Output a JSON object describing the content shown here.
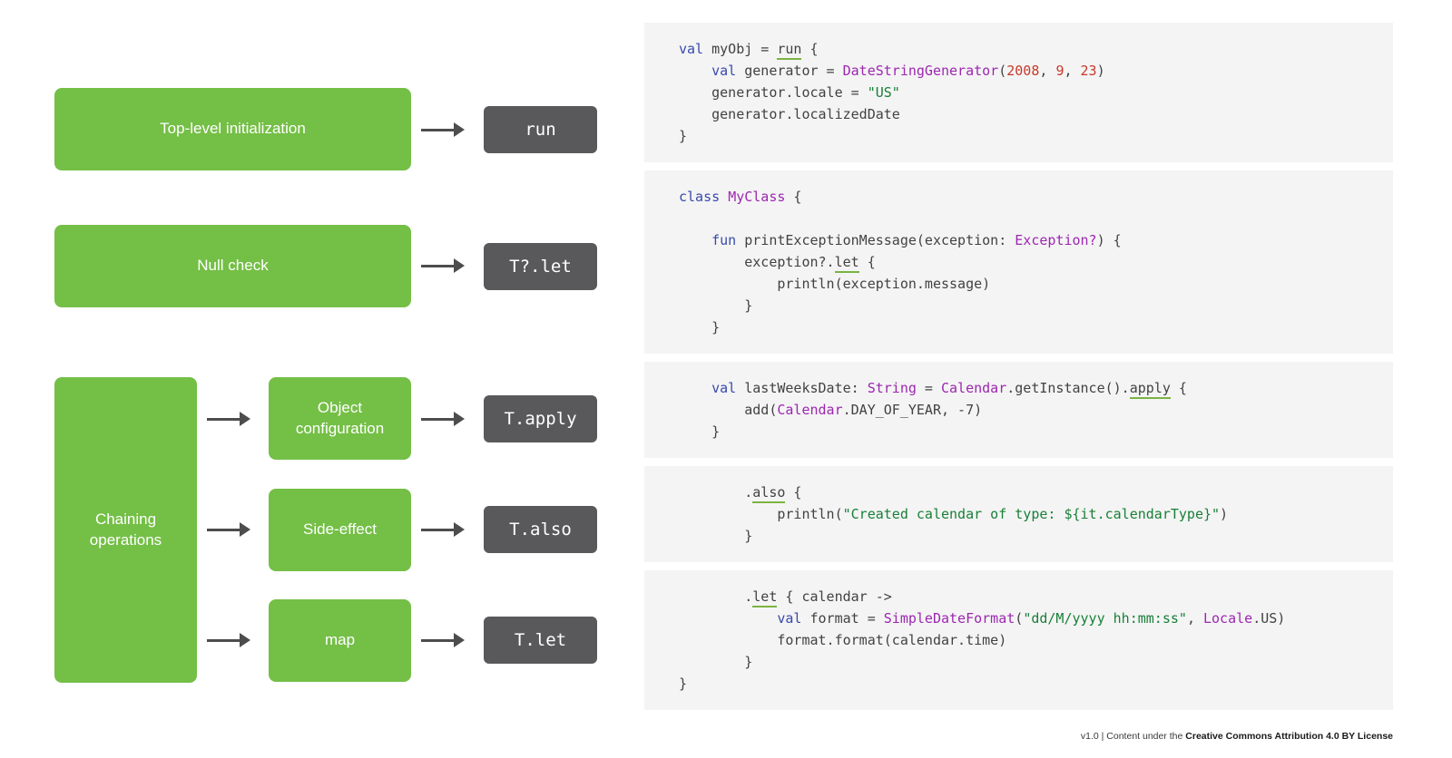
{
  "flowchart": {
    "row_top_level": {
      "label": "Top-level initialization",
      "func": "run"
    },
    "row_null_check": {
      "label": "Null check",
      "func": "T?.let"
    },
    "chaining": {
      "label": "Chaining operations",
      "branches": [
        {
          "label": "Object configuration",
          "func": "T.apply"
        },
        {
          "label": "Side-effect",
          "func": "T.also"
        },
        {
          "label": "map",
          "func": "T.let"
        }
      ]
    }
  },
  "code_panels": [
    {
      "id": "run-example",
      "lines": [
        [
          [
            "kw",
            "val"
          ],
          [
            "p",
            " myObj = "
          ],
          [
            "fn",
            "run"
          ],
          [
            "p",
            " {"
          ]
        ],
        [
          [
            "p",
            "    "
          ],
          [
            "kw",
            "val"
          ],
          [
            "p",
            " generator = "
          ],
          [
            "ty",
            "DateStringGenerator"
          ],
          [
            "p",
            "("
          ],
          [
            "nu",
            "2008"
          ],
          [
            "p",
            ", "
          ],
          [
            "nu",
            "9"
          ],
          [
            "p",
            ", "
          ],
          [
            "nu",
            "23"
          ],
          [
            "p",
            ")"
          ]
        ],
        [
          [
            "p",
            "    generator.locale = "
          ],
          [
            "st",
            "\"US\""
          ]
        ],
        [
          [
            "p",
            "    generator.localizedDate"
          ]
        ],
        [
          [
            "p",
            "}"
          ]
        ]
      ]
    },
    {
      "id": "null-check-let-example",
      "lines": [
        [
          [
            "kw",
            "class"
          ],
          [
            "p",
            " "
          ],
          [
            "ty",
            "MyClass"
          ],
          [
            "p",
            " {"
          ]
        ],
        [],
        [
          [
            "p",
            "    "
          ],
          [
            "kw",
            "fun"
          ],
          [
            "p",
            " printExceptionMessage(exception: "
          ],
          [
            "ty",
            "Exception?"
          ],
          [
            "p",
            ") {"
          ]
        ],
        [
          [
            "p",
            "        exception?."
          ],
          [
            "fn",
            "let"
          ],
          [
            "p",
            " {"
          ]
        ],
        [
          [
            "p",
            "            println(exception.message)"
          ]
        ],
        [
          [
            "p",
            "        }"
          ]
        ],
        [
          [
            "p",
            "    }"
          ]
        ]
      ]
    },
    {
      "id": "apply-example",
      "lines": [
        [
          [
            "p",
            "    "
          ],
          [
            "kw",
            "val"
          ],
          [
            "p",
            " lastWeeksDate: "
          ],
          [
            "ty",
            "String"
          ],
          [
            "p",
            " = "
          ],
          [
            "ty",
            "Calendar"
          ],
          [
            "p",
            ".getInstance()."
          ],
          [
            "fn",
            "apply"
          ],
          [
            "p",
            " {"
          ]
        ],
        [
          [
            "p",
            "        add("
          ],
          [
            "ty",
            "Calendar"
          ],
          [
            "p",
            ".DAY_OF_YEAR, -7)"
          ]
        ],
        [
          [
            "p",
            "    }"
          ]
        ]
      ]
    },
    {
      "id": "also-example",
      "lines": [
        [
          [
            "p",
            "        ."
          ],
          [
            "fn",
            "also"
          ],
          [
            "p",
            " {"
          ]
        ],
        [
          [
            "p",
            "            println("
          ],
          [
            "st",
            "\"Created calendar of type: ${it.calendarType}\""
          ],
          [
            "p",
            ")"
          ]
        ],
        [
          [
            "p",
            "        }"
          ]
        ]
      ]
    },
    {
      "id": "chain-let-example",
      "lines": [
        [
          [
            "p",
            "        ."
          ],
          [
            "fn",
            "let"
          ],
          [
            "p",
            " { calendar ->"
          ]
        ],
        [
          [
            "p",
            "            "
          ],
          [
            "kw",
            "val"
          ],
          [
            "p",
            " format = "
          ],
          [
            "ty",
            "SimpleDateFormat"
          ],
          [
            "p",
            "("
          ],
          [
            "st",
            "\"dd/M/yyyy hh:mm:ss\""
          ],
          [
            "p",
            ", "
          ],
          [
            "ty",
            "Locale"
          ],
          [
            "p",
            ".US)"
          ]
        ],
        [
          [
            "p",
            "            format.format(calendar.time)"
          ]
        ],
        [
          [
            "p",
            "        }"
          ]
        ],
        [
          [
            "p",
            "}"
          ]
        ]
      ]
    }
  ],
  "footer": {
    "prefix": "v1.0 | Content under the ",
    "license": "Creative Commons Attribution 4.0 BY License"
  },
  "colors": {
    "box_green": "#74BF46",
    "box_dark": "#59595B",
    "arrow": "#4D4D4D",
    "panel_bg": "#F4F4F4",
    "code_text": "#424242",
    "keyword": "#3949AB",
    "type_name": "#9C27B0",
    "number": "#C53929",
    "string": "#188038",
    "scope_fn_underline": "#7CB342"
  }
}
